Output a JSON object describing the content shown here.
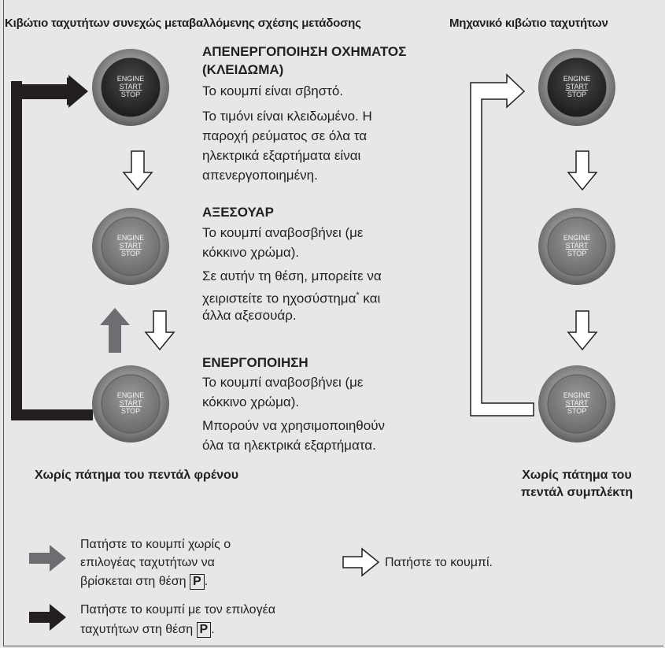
{
  "diagram": {
    "sections": {
      "cvt_title": "Κιβώτιο ταχυτήτων συνεχώς μεταβαλλόμενης σχέσης μετάδοσης",
      "manual_title": "Μηχανικό κιβώτιο ταχυτήτων"
    },
    "button": {
      "line1": "ENGINE",
      "line2": "START",
      "line3": "STOP"
    },
    "modes": {
      "off_title_1": "ΑΠΕΝΕΡΓΟΠΟΙΗΣΗ ΟΧΗΜΑΤΟΣ",
      "off_title_2": "(ΚΛΕΙΔΩΜΑ)",
      "off_line1": "Το κουμπί είναι σβηστό.",
      "off_line2": "Το τιμόνι είναι κλειδωμένο. Η",
      "off_line3": "παροχή ρεύματος σε όλα τα",
      "off_line4": "ηλεκτρικά εξαρτήματα είναι",
      "off_line5": "απενεργοποιημένη.",
      "acc_title": "ΑΞΕΣΟΥΑΡ",
      "acc_line1": "Το κουμπί αναβοσβήνει (με",
      "acc_line2": "κόκκινο χρώμα).",
      "acc_line3": "Σε αυτήν τη θέση, μπορείτε να",
      "acc_line4": "χειριστείτε το ηχοσύστημα",
      "acc_star": "*",
      "acc_line4b": " και",
      "acc_line5": "άλλα αξεσουάρ.",
      "on_title": "ΕΝΕΡΓΟΠΟΙΗΣΗ",
      "on_line1": "Το κουμπί αναβοσβήνει (με",
      "on_line2": "κόκκινο χρώμα).",
      "on_line3": "Μπορούν να χρησιμοποιηθούν",
      "on_line4": "όλα τα ηλεκτρικά εξαρτήματα."
    },
    "captions": {
      "brake": "Χωρίς πάτημα του πεντάλ φρένου",
      "clutch_1": "Χωρίς πάτημα του",
      "clutch_2": "πεντάλ συμπλέκτη"
    },
    "legend": {
      "gray_1": "Πατήστε το κουμπί χωρίς ο",
      "gray_2": "επιλογέας ταχυτήτων να",
      "gray_3": "βρίσκεται στη θέση",
      "black_1": "Πατήστε το κουμπί με τον επιλογέα",
      "black_2": "ταχυτήτων στη θέση",
      "p": "P",
      "period": ".",
      "white": "Πατήστε το κουμπί."
    },
    "colors": {
      "background": "#e7e7e7",
      "gray_arrow": "#6d6e71",
      "black_arrow": "#231f20",
      "white_arrow": "#ffffff"
    }
  }
}
